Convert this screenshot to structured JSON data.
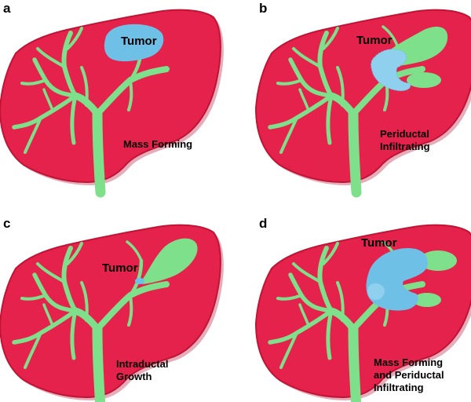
{
  "colors": {
    "liver_fill": "#e4224c",
    "liver_edge": "#c01434",
    "liver_shadow": "#b5123a",
    "duct": "#7ee08a",
    "tumor": "#6ec0e6",
    "tumor_infiltrate": "#8fd0ee"
  },
  "panels": [
    {
      "letter": "a",
      "tumor_label": "Tumor",
      "caption_lines": [
        "Mass Forming"
      ]
    },
    {
      "letter": "b",
      "tumor_label": "Tumor",
      "caption_lines": [
        "Periductal",
        "Infiltrating"
      ]
    },
    {
      "letter": "c",
      "tumor_label": "Tumor",
      "caption_lines": [
        "Intraductal",
        "Growth"
      ]
    },
    {
      "letter": "d",
      "tumor_label": "Tumor",
      "caption_lines": [
        "Mass Forming",
        "and Periductal",
        "Infiltrating"
      ]
    }
  ]
}
